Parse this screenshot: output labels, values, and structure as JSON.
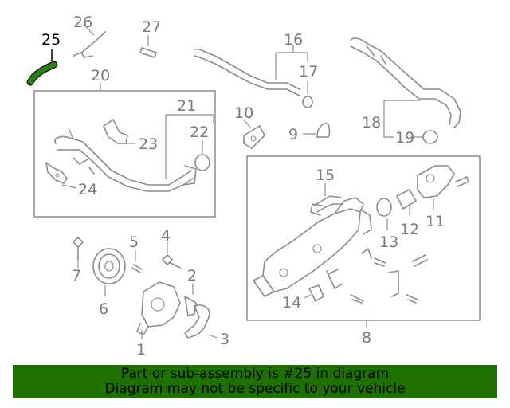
{
  "callouts": {
    "c1": "1",
    "c2": "2",
    "c3": "3",
    "c4": "4",
    "c5": "5",
    "c6": "6",
    "c7": "7",
    "c8": "8",
    "c9": "9",
    "c10": "10",
    "c11": "11",
    "c12": "12",
    "c13": "13",
    "c14": "14",
    "c15": "15",
    "c16": "16",
    "c17": "17",
    "c18": "18",
    "c19": "19",
    "c20": "20",
    "c21": "21",
    "c22": "22",
    "c23": "23",
    "c24": "24",
    "c25": "25",
    "c26": "26",
    "c27": "27"
  },
  "highlighted_part": "25",
  "colors": {
    "highlight_part": "#2e7d12",
    "banner": "#1e7000",
    "line": "#8c8c8c"
  },
  "footer": {
    "line1": "Part or sub-assembly is #25 in diagram",
    "line2": "Diagram may not be specific to your vehicle"
  }
}
